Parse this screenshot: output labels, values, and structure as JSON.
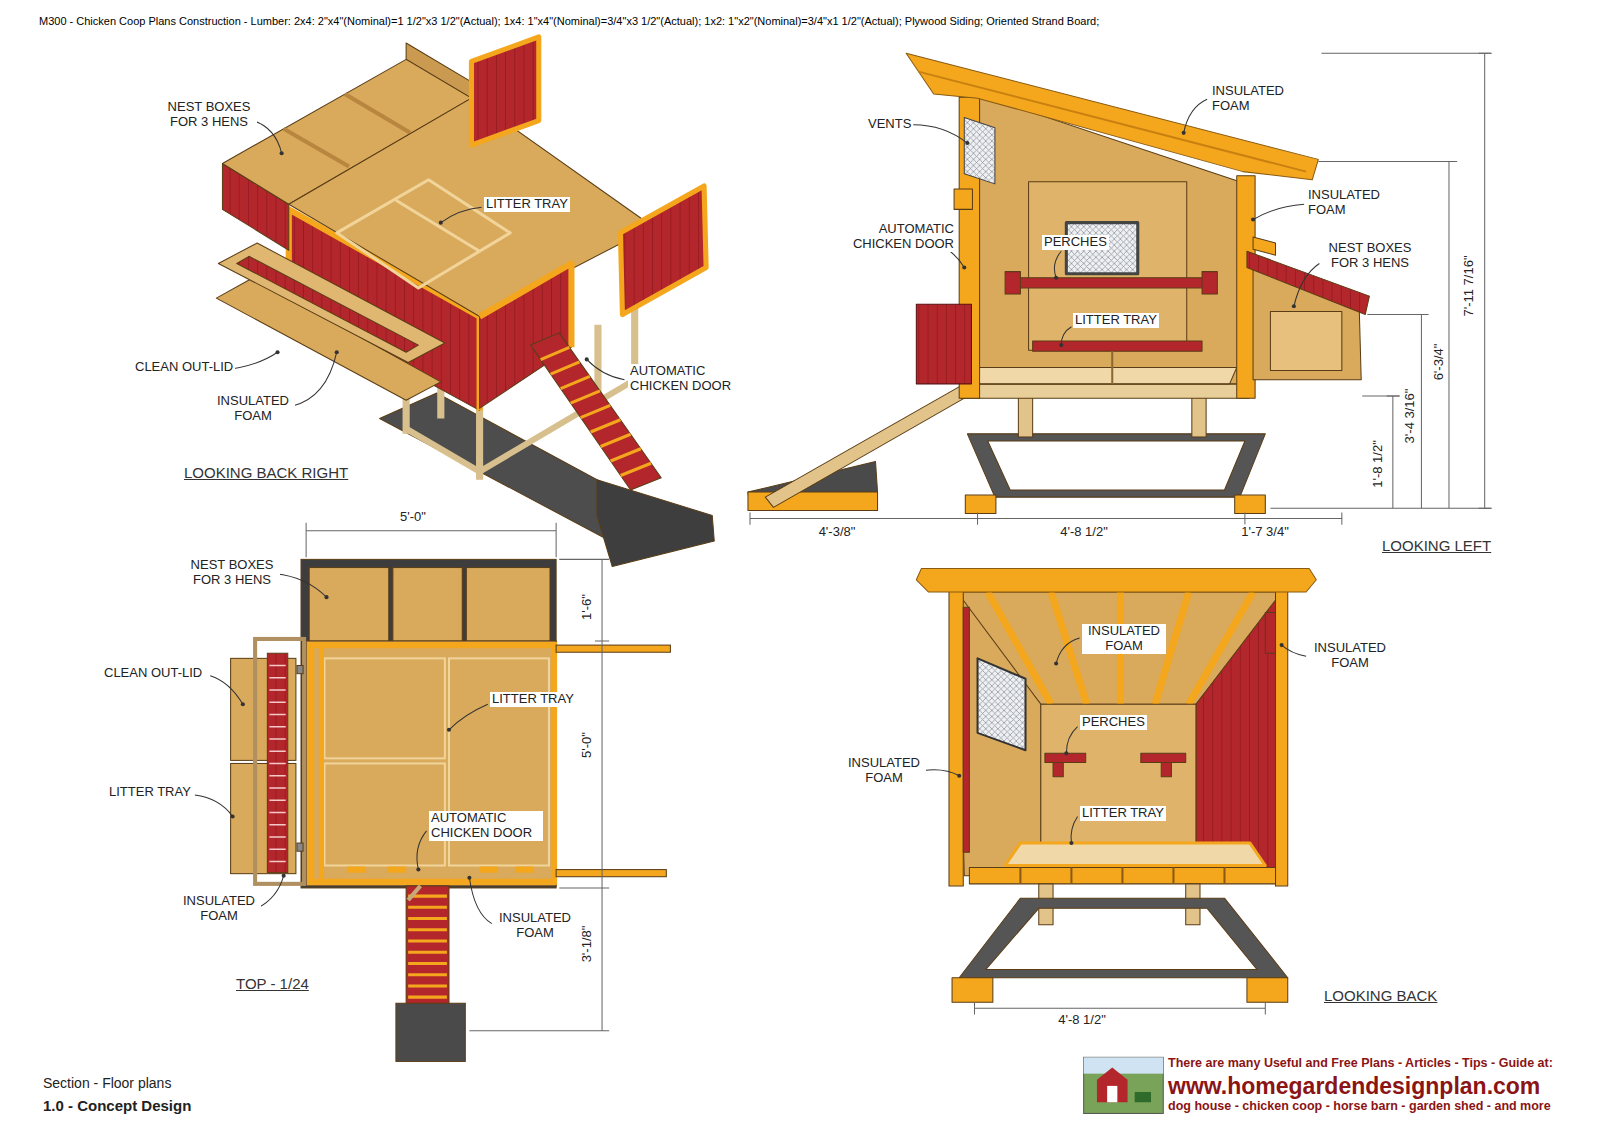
{
  "diagram": {
    "title": "M300 - Chicken Coop Plans Construction - Lumber: 2x4: 2\"x4\"(Nominal)=1 1/2\"x3 1/2\"(Actual); 1x4: 1\"x4\"(Nominal)=3/4\"x3 1/2\"(Actual); 1x2: 1\"x2\"(Nominal)=3/4\"x1 1/2\"(Actual); Plywood Siding; Oriented Strand Board;",
    "labels": [
      "NEST BOXES FOR 3 HENS",
      "LITTER TRAY",
      "CLEAN OUT-LID",
      "INSULATED FOAM",
      "AUTOMATIC CHICKEN DOOR",
      "LOOKING BACK RIGHT",
      "INSULATED FOAM",
      "VENTS",
      "INSULATED FOAM",
      "AUTOMATIC CHICKEN DOOR",
      "PERCHES",
      "NEST BOXES FOR 3 HENS",
      "LITTER TRAY",
      "7'-11 7/16\"",
      "6'-3/4\"",
      "3'-4 3/16\"",
      "1'-8 1/2\"",
      "4'-3/8\"",
      "4'-8 1/2\"",
      "1'-7 3/4\"",
      "LOOKING LEFT",
      "5'-0\"",
      "NEST BOXES FOR 3 HENS",
      "1'-6\"",
      "CLEAN OUT-LID",
      "LITTER TRAY",
      "5'-0\"",
      "LITTER TRAY",
      "AUTOMATIC CHICKEN DOOR",
      "INSULATED FOAM",
      "INSULATED FOAM",
      "3'-1/8\"",
      "TOP - 1/24",
      "INSULATED FOAM",
      "INSULATED FOAM",
      "PERCHES",
      "INSULATED FOAM",
      "LITTER TRAY",
      "4'-8 1/2\"",
      "LOOKING BACK",
      "Section - Floor plans",
      "1.0 - Concept Design",
      "There are many Useful and Free Plans - Articles - Tips - Guide at:",
      "www.homegardendesignplan.com",
      "dog house - chicken coop - horse barn - garden shed - and more"
    ]
  }
}
